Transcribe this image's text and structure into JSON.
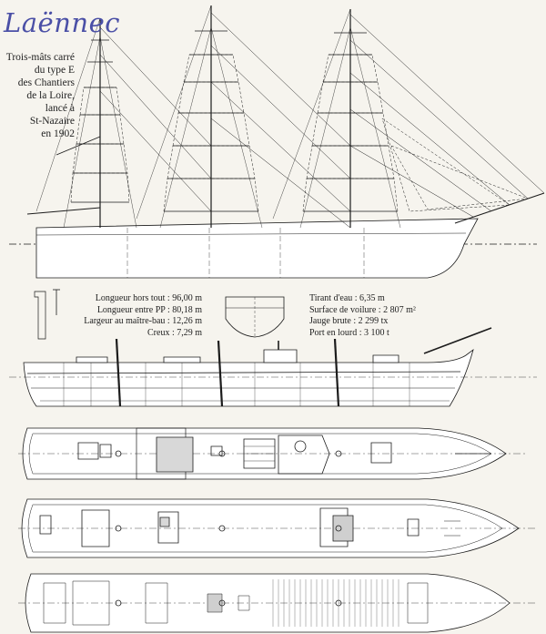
{
  "title": "Laënnec",
  "description_lines": [
    "Trois-mâts carré",
    "du type E",
    "des Chantiers",
    "de la Loire,",
    "lancé à",
    "St-Nazaire",
    "en 1902"
  ],
  "specs_left": [
    "Longueur hors tout : 96,00 m",
    "Longueur entre PP : 80,18 m",
    "Largeur au maître-bau : 12,26 m",
    "Creux : 7,29 m"
  ],
  "specs_right": [
    "Tirant d'eau : 6,35 m",
    "Surface de voilure : 2 807 m²",
    "Jauge brute : 2 299 tx",
    "Port en lourd : 3 100 t"
  ],
  "colors": {
    "paper": "#f6f4ee",
    "ink": "#1c1c1c",
    "title": "#4a4fa6"
  }
}
